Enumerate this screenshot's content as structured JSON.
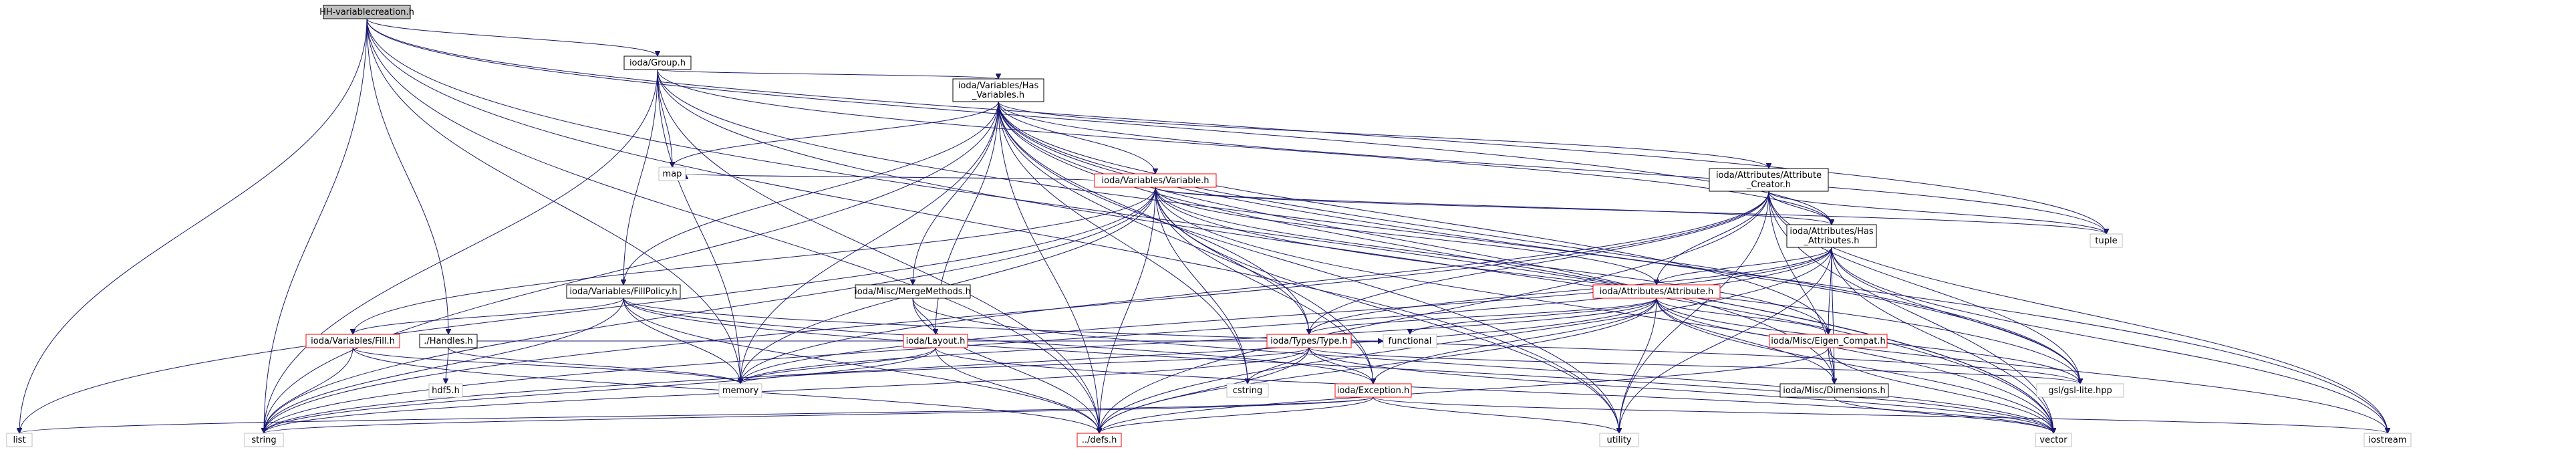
{
  "colors": {
    "edge": "#191970",
    "root_fill": "#bfbfbf",
    "root_border": "#000000",
    "file_fill": "#ffffff",
    "file_border": "#000000",
    "truncated_border": "#ff0000",
    "system_border": "#bfbfbf",
    "text": "#000000",
    "system_text": "#000000"
  },
  "nodes": [
    {
      "id": "root",
      "lines": [
        "HH-variablecreation.h"
      ],
      "kind": "root"
    },
    {
      "id": "group",
      "lines": [
        "ioda/Group.h"
      ],
      "kind": "file"
    },
    {
      "id": "hasvars",
      "lines": [
        "ioda/Variables/Has",
        "_Variables.h"
      ],
      "kind": "file"
    },
    {
      "id": "variable",
      "lines": [
        "ioda/Variables/Variable.h"
      ],
      "kind": "truncated"
    },
    {
      "id": "attrcreator",
      "lines": [
        "ioda/Attributes/Attribute",
        "_Creator.h"
      ],
      "kind": "file"
    },
    {
      "id": "hasattrs",
      "lines": [
        "ioda/Attributes/Has",
        "_Attributes.h"
      ],
      "kind": "file"
    },
    {
      "id": "attribute",
      "lines": [
        "ioda/Attributes/Attribute.h"
      ],
      "kind": "truncated"
    },
    {
      "id": "fillpolicy",
      "lines": [
        "ioda/Variables/FillPolicy.h"
      ],
      "kind": "file"
    },
    {
      "id": "mergemethods",
      "lines": [
        "ioda/Misc/MergeMethods.h"
      ],
      "kind": "file"
    },
    {
      "id": "fill",
      "lines": [
        "ioda/Variables/Fill.h"
      ],
      "kind": "truncated"
    },
    {
      "id": "handles",
      "lines": [
        "./Handles.h"
      ],
      "kind": "file"
    },
    {
      "id": "layout",
      "lines": [
        "ioda/Layout.h"
      ],
      "kind": "truncated"
    },
    {
      "id": "type",
      "lines": [
        "ioda/Types/Type.h"
      ],
      "kind": "truncated"
    },
    {
      "id": "eigen",
      "lines": [
        "ioda/Misc/Eigen_Compat.h"
      ],
      "kind": "truncated"
    },
    {
      "id": "dimensions",
      "lines": [
        "ioda/Misc/Dimensions.h"
      ],
      "kind": "file"
    },
    {
      "id": "exception",
      "lines": [
        "ioda/Exception.h"
      ],
      "kind": "truncated"
    },
    {
      "id": "defs",
      "lines": [
        "../defs.h"
      ],
      "kind": "truncated"
    },
    {
      "id": "map",
      "lines": [
        "map"
      ],
      "kind": "system"
    },
    {
      "id": "tuple",
      "lines": [
        "tuple"
      ],
      "kind": "system"
    },
    {
      "id": "hdf5",
      "lines": [
        "hdf5.h"
      ],
      "kind": "system"
    },
    {
      "id": "memory",
      "lines": [
        "memory"
      ],
      "kind": "system"
    },
    {
      "id": "functional",
      "lines": [
        "functional"
      ],
      "kind": "system"
    },
    {
      "id": "cstring",
      "lines": [
        "cstring"
      ],
      "kind": "system"
    },
    {
      "id": "gsl",
      "lines": [
        "gsl/gsl-lite.hpp"
      ],
      "kind": "system"
    },
    {
      "id": "list",
      "lines": [
        "list"
      ],
      "kind": "system"
    },
    {
      "id": "string",
      "lines": [
        "string"
      ],
      "kind": "system"
    },
    {
      "id": "utility",
      "lines": [
        "utility"
      ],
      "kind": "system"
    },
    {
      "id": "vector",
      "lines": [
        "vector"
      ],
      "kind": "system"
    },
    {
      "id": "iostream",
      "lines": [
        "iostream"
      ],
      "kind": "system"
    }
  ],
  "edges": [
    [
      "root",
      "group"
    ],
    [
      "root",
      "list"
    ],
    [
      "root",
      "string"
    ],
    [
      "root",
      "handles"
    ],
    [
      "root",
      "memory"
    ],
    [
      "root",
      "defs"
    ],
    [
      "root",
      "vector"
    ],
    [
      "root",
      "hasattrs"
    ],
    [
      "root",
      "tuple"
    ],
    [
      "root",
      "utility"
    ],
    [
      "group",
      "hasvars"
    ],
    [
      "group",
      "fillpolicy"
    ],
    [
      "group",
      "map"
    ],
    [
      "group",
      "memory"
    ],
    [
      "group",
      "string"
    ],
    [
      "group",
      "defs"
    ],
    [
      "group",
      "vector"
    ],
    [
      "group",
      "hasattrs"
    ],
    [
      "group",
      "gsl"
    ],
    [
      "hasvars",
      "variable"
    ],
    [
      "hasvars",
      "attrcreator"
    ],
    [
      "hasvars",
      "fillpolicy"
    ],
    [
      "hasvars",
      "mergemethods"
    ],
    [
      "hasvars",
      "layout"
    ],
    [
      "hasvars",
      "type"
    ],
    [
      "hasvars",
      "exception"
    ],
    [
      "hasvars",
      "defs"
    ],
    [
      "hasvars",
      "map"
    ],
    [
      "hasvars",
      "memory"
    ],
    [
      "hasvars",
      "string"
    ],
    [
      "hasvars",
      "vector"
    ],
    [
      "hasvars",
      "cstring"
    ],
    [
      "hasvars",
      "gsl"
    ],
    [
      "hasvars",
      "tuple"
    ],
    [
      "hasvars",
      "iostream"
    ],
    [
      "hasvars",
      "dimensions"
    ],
    [
      "hasvars",
      "utility"
    ],
    [
      "hasvars",
      "eigen"
    ],
    [
      "variable",
      "hasattrs"
    ],
    [
      "variable",
      "attribute"
    ],
    [
      "variable",
      "fill"
    ],
    [
      "variable",
      "type"
    ],
    [
      "variable",
      "exception"
    ],
    [
      "variable",
      "defs"
    ],
    [
      "variable",
      "map"
    ],
    [
      "variable",
      "memory"
    ],
    [
      "variable",
      "string"
    ],
    [
      "variable",
      "cstring"
    ],
    [
      "variable",
      "gsl"
    ],
    [
      "variable",
      "vector"
    ],
    [
      "variable",
      "utility"
    ],
    [
      "variable",
      "tuple"
    ],
    [
      "variable",
      "list"
    ],
    [
      "variable",
      "eigen"
    ],
    [
      "attrcreator",
      "hasattrs"
    ],
    [
      "attrcreator",
      "attribute"
    ],
    [
      "attrcreator",
      "type"
    ],
    [
      "attrcreator",
      "defs"
    ],
    [
      "attrcreator",
      "gsl"
    ],
    [
      "attrcreator",
      "memory"
    ],
    [
      "attrcreator",
      "string"
    ],
    [
      "attrcreator",
      "vector"
    ],
    [
      "attrcreator",
      "dimensions"
    ],
    [
      "attrcreator",
      "iostream"
    ],
    [
      "attrcreator",
      "utility"
    ],
    [
      "attrcreator",
      "tuple"
    ],
    [
      "hasattrs",
      "attribute"
    ],
    [
      "hasattrs",
      "type"
    ],
    [
      "hasattrs",
      "eigen"
    ],
    [
      "hasattrs",
      "dimensions"
    ],
    [
      "hasattrs",
      "defs"
    ],
    [
      "hasattrs",
      "gsl"
    ],
    [
      "hasattrs",
      "memory"
    ],
    [
      "hasattrs",
      "string"
    ],
    [
      "hasattrs",
      "vector"
    ],
    [
      "hasattrs",
      "utility"
    ],
    [
      "hasattrs",
      "iostream"
    ],
    [
      "attribute",
      "type"
    ],
    [
      "attribute",
      "eigen"
    ],
    [
      "attribute",
      "dimensions"
    ],
    [
      "attribute",
      "exception"
    ],
    [
      "attribute",
      "defs"
    ],
    [
      "attribute",
      "gsl"
    ],
    [
      "attribute",
      "memory"
    ],
    [
      "attribute",
      "string"
    ],
    [
      "attribute",
      "vector"
    ],
    [
      "attribute",
      "functional"
    ],
    [
      "attribute",
      "utility"
    ],
    [
      "attribute",
      "iostream"
    ],
    [
      "fillpolicy",
      "fill"
    ],
    [
      "fillpolicy",
      "exception"
    ],
    [
      "fillpolicy",
      "defs"
    ],
    [
      "fillpolicy",
      "memory"
    ],
    [
      "fillpolicy",
      "string"
    ],
    [
      "fillpolicy",
      "vector"
    ],
    [
      "fillpolicy",
      "gsl"
    ],
    [
      "mergemethods",
      "layout"
    ],
    [
      "mergemethods",
      "defs"
    ],
    [
      "mergemethods",
      "vector"
    ],
    [
      "fill",
      "defs"
    ],
    [
      "fill",
      "string"
    ],
    [
      "fill",
      "memory"
    ],
    [
      "handles",
      "hdf5"
    ],
    [
      "handles",
      "memory"
    ],
    [
      "handles",
      "functional"
    ],
    [
      "layout",
      "defs"
    ],
    [
      "layout",
      "memory"
    ],
    [
      "layout",
      "string"
    ],
    [
      "layout",
      "vector"
    ],
    [
      "type",
      "exception"
    ],
    [
      "type",
      "defs"
    ],
    [
      "type",
      "memory"
    ],
    [
      "type",
      "string"
    ],
    [
      "type",
      "vector"
    ],
    [
      "type",
      "cstring"
    ],
    [
      "type",
      "functional"
    ],
    [
      "type",
      "gsl"
    ],
    [
      "eigen",
      "dimensions"
    ],
    [
      "eigen",
      "defs"
    ],
    [
      "eigen",
      "vector"
    ],
    [
      "dimensions",
      "vector"
    ],
    [
      "exception",
      "defs"
    ],
    [
      "exception",
      "string"
    ],
    [
      "exception",
      "list"
    ],
    [
      "exception",
      "utility"
    ],
    [
      "exception",
      "iostream"
    ]
  ]
}
